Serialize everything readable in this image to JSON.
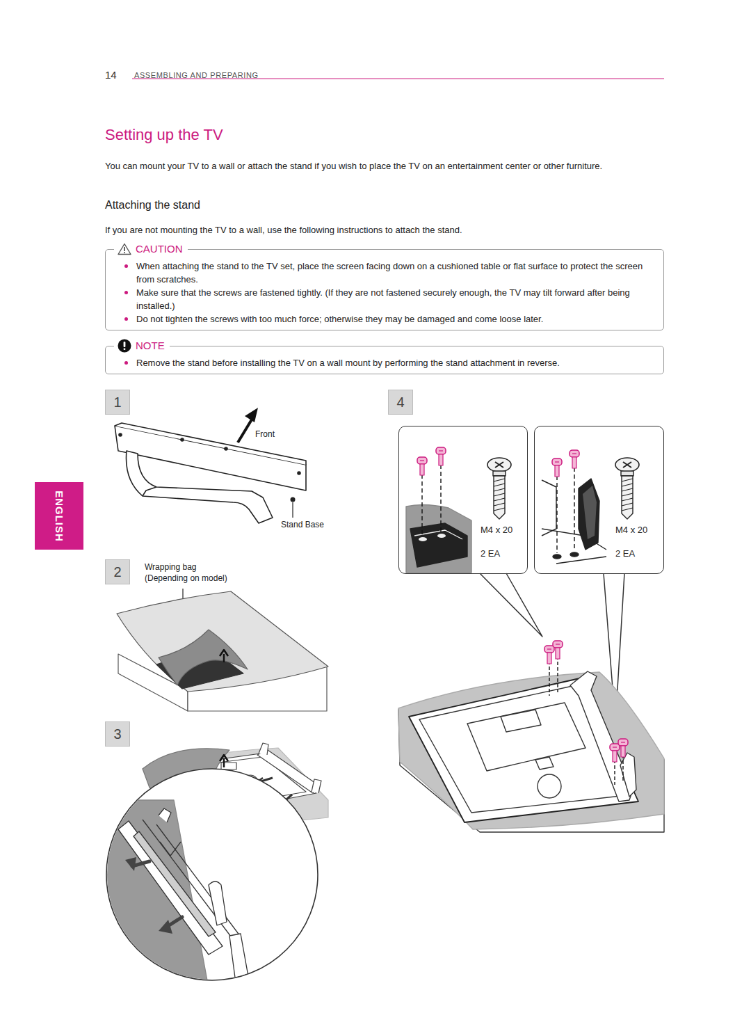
{
  "diagram": {
    "title": "Setting up the TV",
    "nodes": [
      {
        "text": [
          "CAUTION",
          "When attaching the stand to the TV set, place the screen facing down on a cushioned table or flat surface to protect the screen from scratches.",
          "Make sure that the screws are fastened tightly. (If they are not fastened securely enough, the TV may tilt forward after being installed.)",
          "Do not tighten the screws with too much force; otherwise they may be damaged and come loose later."
        ]
      },
      {
        "text": [
          "NOTE",
          "Remove the stand before installing the TV on a wall mount by performing the stand attachment in reverse."
        ]
      },
      {
        "text": [
          "1"
        ]
      },
      {
        "text": [
          "4"
        ]
      },
      {
        "text": [
          "ENGLISH"
        ]
      },
      {
        "text": [
          "2"
        ]
      },
      {
        "text": [
          "M4 x 20",
          "2 EA"
        ]
      },
      {
        "text": [
          "M4 x 20",
          "2 EA"
        ]
      },
      {
        "text": [
          "3"
        ]
      }
    ],
    "labels": [
      "14",
      "ASSEMBLING AND PREPARING",
      "You can mount your TV to a wall or attach the stand if you wish to place the TV on an entertainment center or other furniture.",
      "Attaching the stand",
      "If you are not mounting the TV to a wall, use the following instructions to attach the stand.",
      "Front",
      "Stand Base",
      "Wrapping bag (Depending on model)"
    ]
  }
}
